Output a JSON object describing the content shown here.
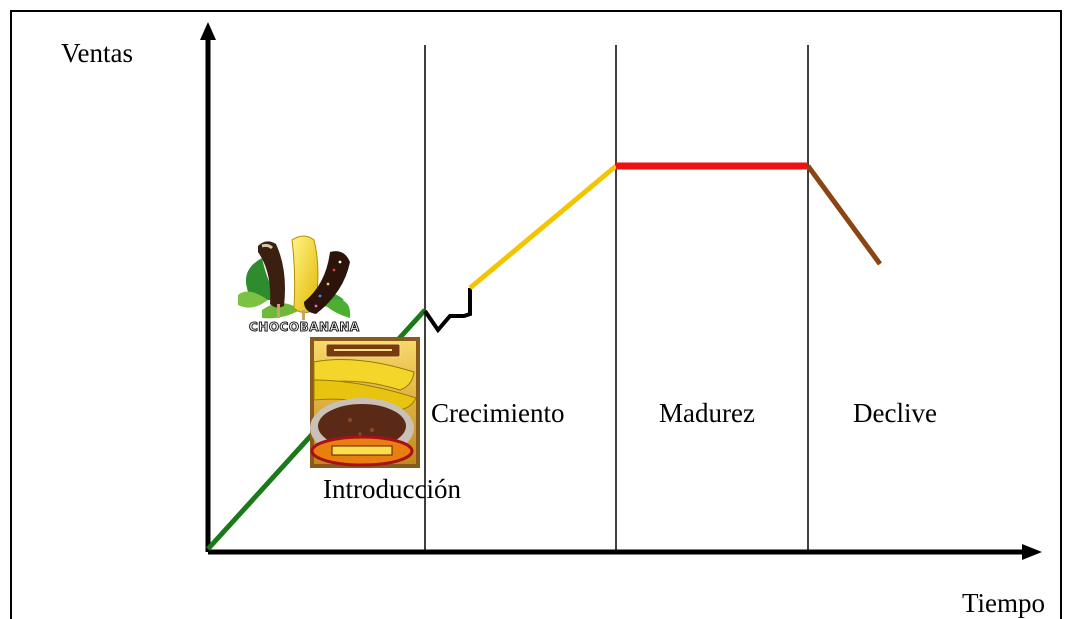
{
  "axes": {
    "y_label": "Ventas",
    "x_label": "Tiempo"
  },
  "stages": [
    {
      "id": "introduccion",
      "label": "Introducción",
      "line_color": "#1a7a1a"
    },
    {
      "id": "crecimiento",
      "label": "Crecimiento",
      "line_color": "#f5c400"
    },
    {
      "id": "madurez",
      "label": "Madurez",
      "line_color": "#ee1111"
    },
    {
      "id": "declive",
      "label": "Declive",
      "line_color": "#8b4513"
    }
  ],
  "transition": {
    "line_color": "#000000"
  },
  "images": {
    "chocobanana": {
      "caption": "CHOCOBANANA",
      "icon": "chocobanana-logo-icon"
    },
    "product_box": {
      "icon": "banana-product-box-icon"
    }
  }
}
